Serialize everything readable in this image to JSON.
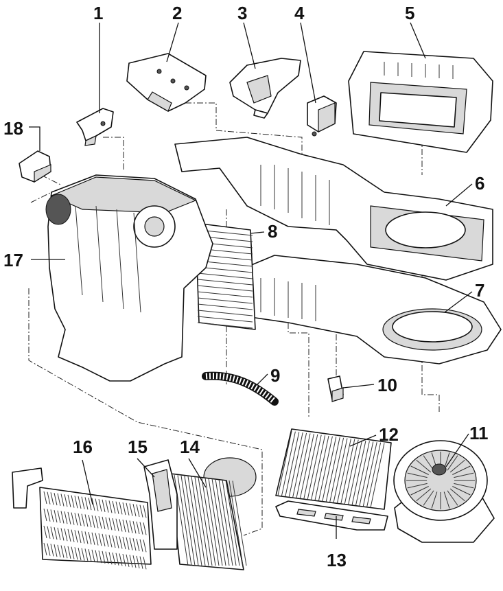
{
  "callouts": [
    {
      "id": "1",
      "text": "1"
    },
    {
      "id": "2",
      "text": "2"
    },
    {
      "id": "3",
      "text": "3"
    },
    {
      "id": "4",
      "text": "4"
    },
    {
      "id": "5",
      "text": "5"
    },
    {
      "id": "6",
      "text": "6"
    },
    {
      "id": "7",
      "text": "7"
    },
    {
      "id": "8",
      "text": "8"
    },
    {
      "id": "9",
      "text": "9"
    },
    {
      "id": "10",
      "text": "10"
    },
    {
      "id": "11",
      "text": "11"
    },
    {
      "id": "12",
      "text": "12"
    },
    {
      "id": "13",
      "text": "13"
    },
    {
      "id": "14",
      "text": "14"
    },
    {
      "id": "15",
      "text": "15"
    },
    {
      "id": "16",
      "text": "16"
    },
    {
      "id": "17",
      "text": "17"
    },
    {
      "id": "18",
      "text": "18"
    }
  ],
  "colors": {
    "ink": "#111111",
    "paper": "#ffffff",
    "shade": "#d9d9d9"
  }
}
